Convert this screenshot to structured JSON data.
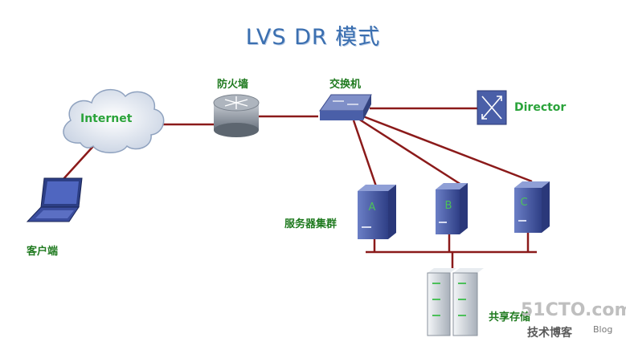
{
  "title": "LVS DR 模式",
  "labels": {
    "internet": "Internet",
    "firewall": "防火墙",
    "switch": "交换机",
    "director": "Director",
    "client": "客户端",
    "server_cluster": "服务器集群",
    "shared_storage": "共享存储"
  },
  "servers": [
    "A",
    "B",
    "C"
  ],
  "watermark": {
    "site": "51CTO.com",
    "sub": "技术博客",
    "blog": "Blog"
  },
  "colors": {
    "link": "#8b1a1a",
    "title": "#3b6fb0",
    "label_green": "#2aa33a",
    "device_blue": "#4a5fa8"
  }
}
